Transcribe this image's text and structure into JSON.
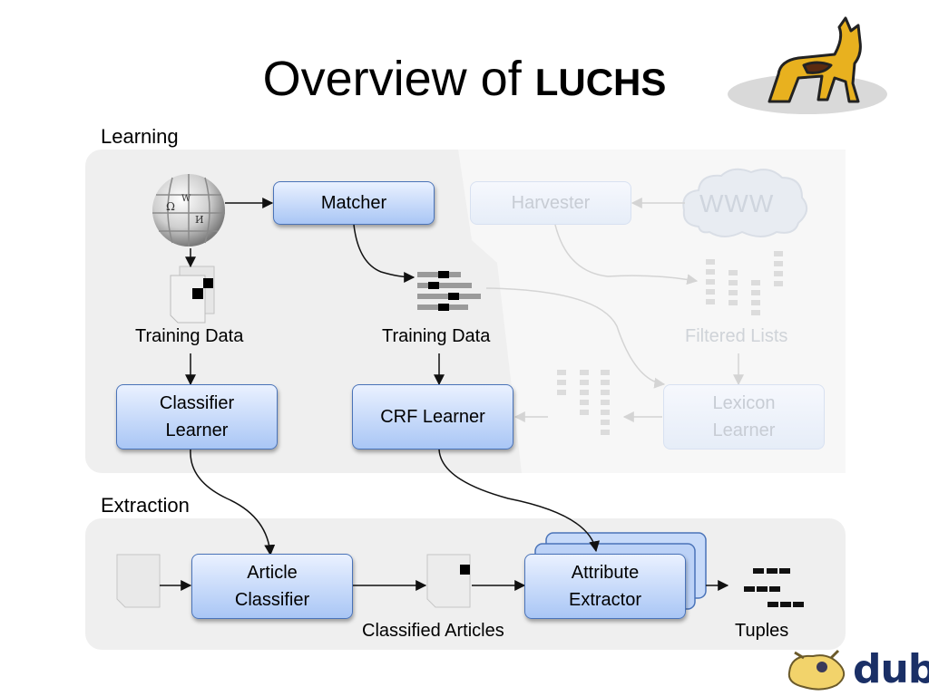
{
  "slide": {
    "title_main": "Overview of ",
    "title_emph": "LUCHS"
  },
  "sections": {
    "learning": "Learning",
    "extraction": "Extraction"
  },
  "boxes": {
    "matcher": "Matcher",
    "harvester": "Harvester",
    "classifier_learner": "Classifier\nLearner",
    "crf_learner": "CRF Learner",
    "lexicon_learner": "Lexicon\nLearner",
    "article_classifier": "Article\nClassifier",
    "attribute_extractor": "Attribute\nExtractor"
  },
  "captions": {
    "training_data_left": "Training Data",
    "training_data_mid": "Training Data",
    "filtered_lists": "Filtered Lists",
    "classified_articles": "Classified Articles",
    "tuples": "Tuples"
  },
  "cloud_label": "WWW",
  "logo_text": "dub",
  "colors": {
    "box_gradient_top": "#eaf1ff",
    "box_gradient_bottom": "#a9c6f5",
    "box_border": "#4a73b8",
    "panel_bg": "#efefef",
    "faded_text": "#c7ccd4",
    "mascot_body": "#e8b11f",
    "dub_logo": "#1a2f66"
  },
  "icons": {
    "wikipedia": "wikipedia-globe-icon",
    "document": "document-icon",
    "cloud": "cloud-icon",
    "mascot": "lynx-mascot-icon",
    "logo": "dub-logo-icon"
  }
}
